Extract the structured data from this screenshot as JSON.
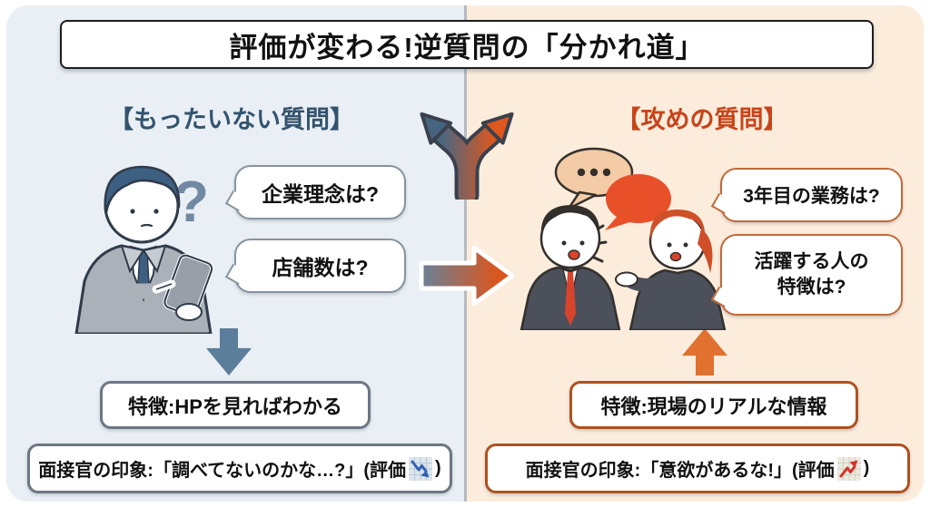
{
  "title": "評価が変わる!逆質問の「分かれ道」",
  "left_section": {
    "header": "【もったいない質問】",
    "bubble1": "企業理念は?",
    "bubble2": "店舗数は?",
    "feature": "特徴:HPを見ればわかる",
    "impression_text": "面接官の印象:「調べてないのかな…?」(評価",
    "impression_close": ")",
    "impression_icon": "chart-decreasing",
    "accent_color": "#33536e",
    "arrow_color": "#5b7e9a",
    "background_color": "#e9eff4"
  },
  "right_section": {
    "header": "【攻めの質問】",
    "bubble1": "3年目の業務は?",
    "bubble2": "活躍する人の\n特徴は?",
    "feature": "特徴:現場のリアルな情報",
    "impression_text": "面接官の印象:「意欲があるな!」(評価",
    "impression_close": ")",
    "impression_icon": "chart-increasing",
    "accent_color": "#c7441a",
    "arrow_color": "#e0712e",
    "background_color": "#fcecdc"
  },
  "icons": {
    "fork_arrow": "branching-path-arrow",
    "mid_arrow": "left-to-right-gradient-arrow",
    "man": "man-looking-at-phone-illustration",
    "people": "two-people-talking-illustration"
  }
}
